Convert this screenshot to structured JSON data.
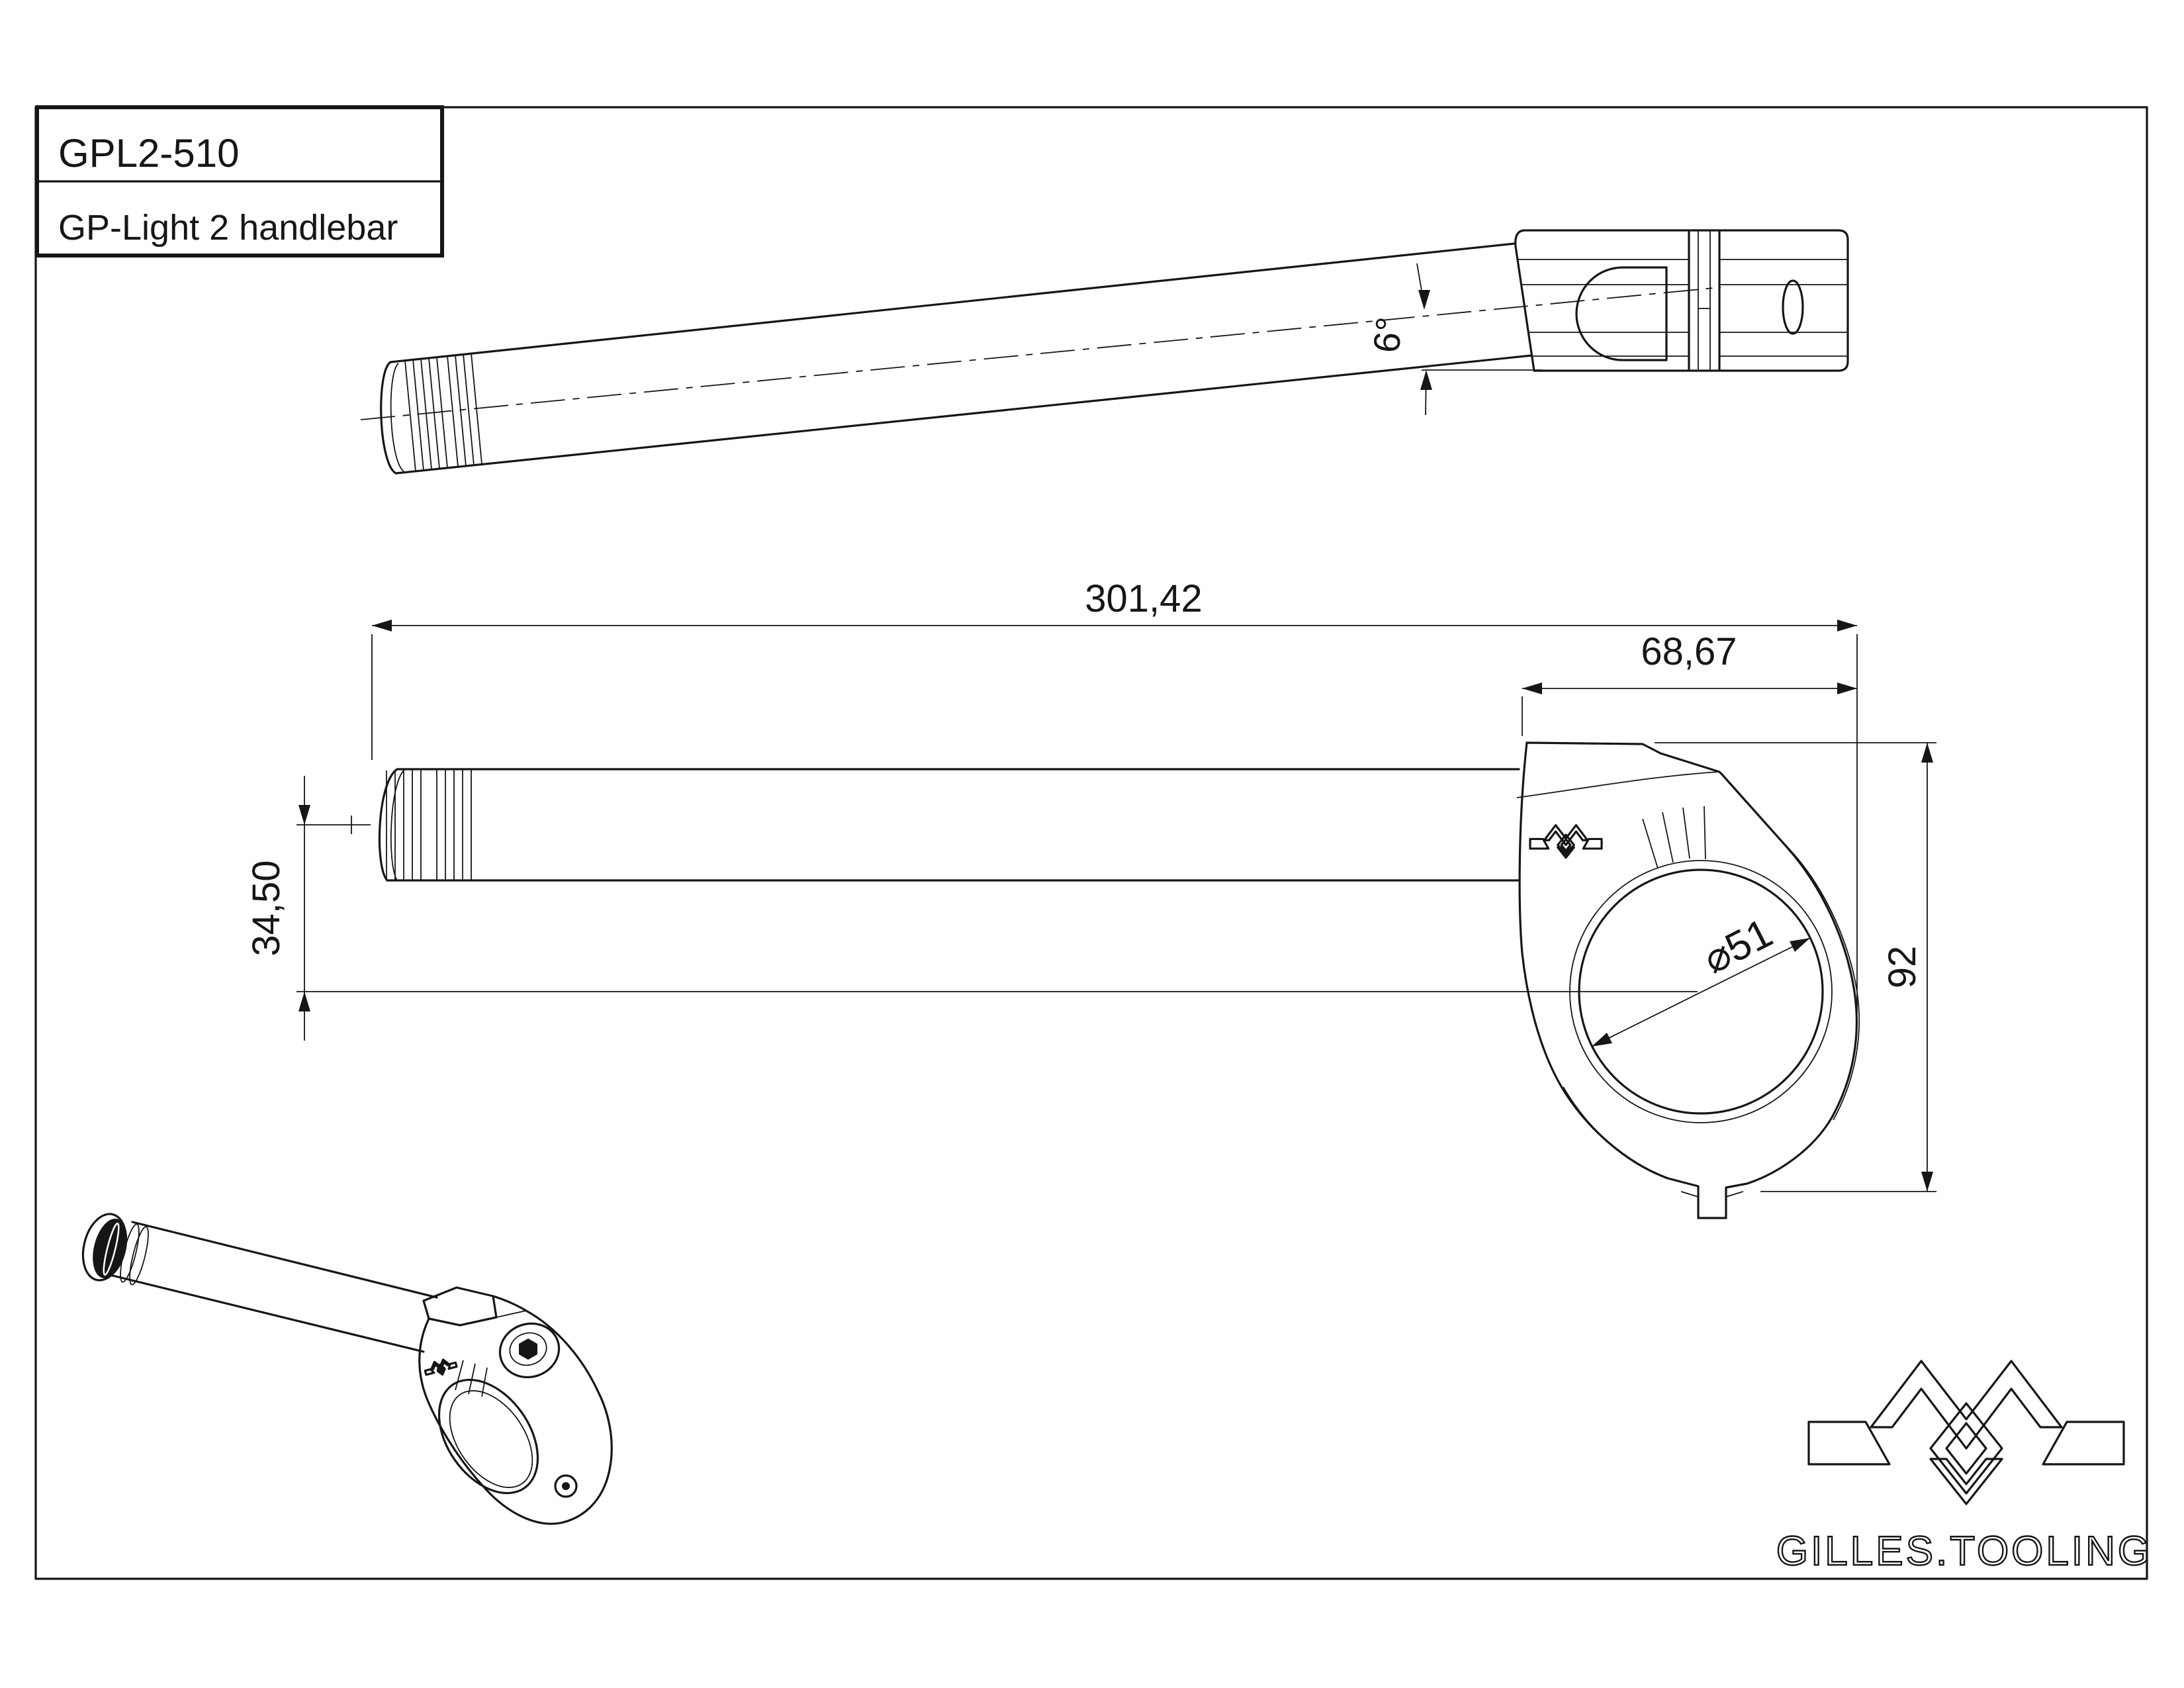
{
  "title_block": {
    "part_number": "GPL2-510",
    "part_name": "GP-Light 2 handlebar"
  },
  "dimensions": {
    "overall_length": "301,42",
    "clamp_width": "68,67",
    "bar_drop": "34,50",
    "clamp_height": "92",
    "bore_diameter": "⌀51",
    "bar_angle": "6°"
  },
  "brand": {
    "wordmark": "GILLES.TOOLING",
    "logo_icon": "gilles-monogram"
  },
  "colors": {
    "ink": "#161616",
    "paper": "#ffffff"
  }
}
